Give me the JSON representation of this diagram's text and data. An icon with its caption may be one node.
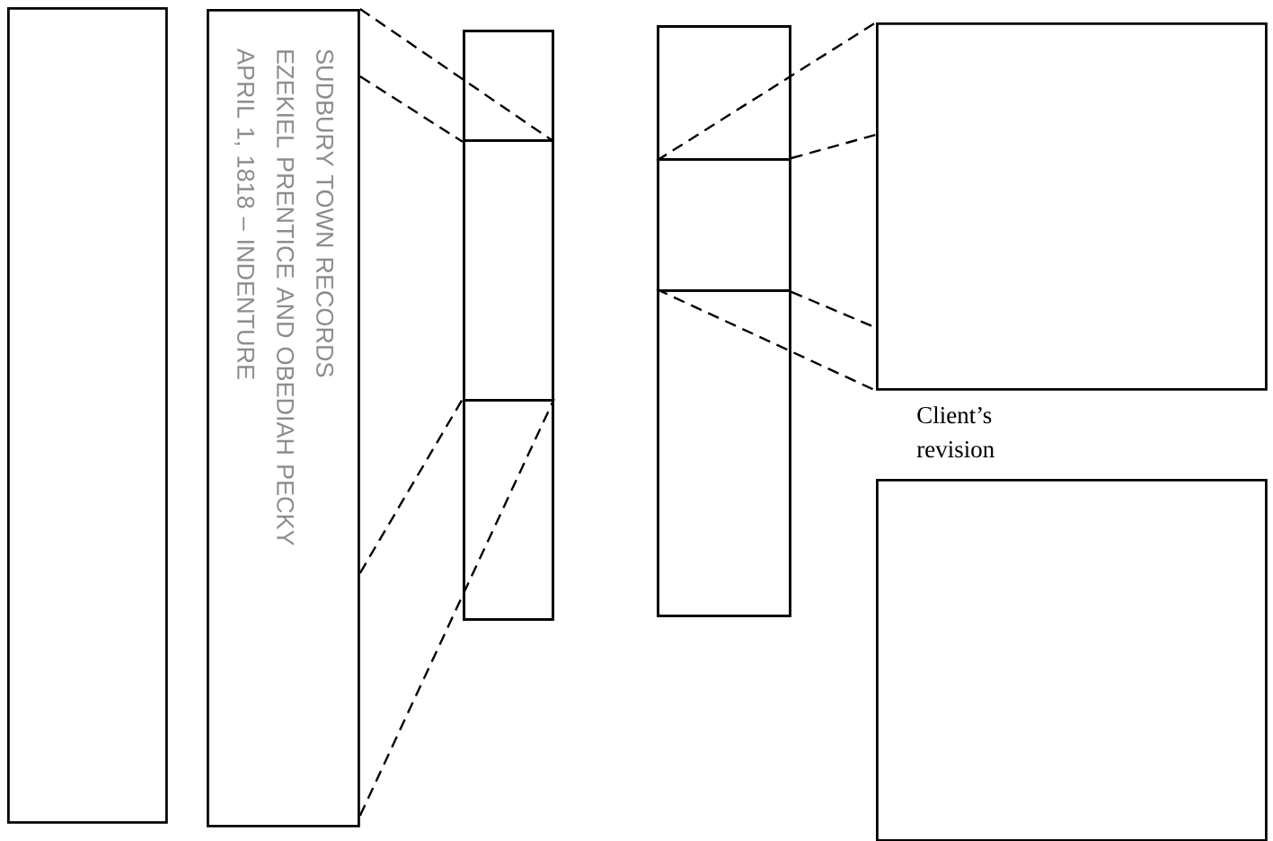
{
  "diagram": {
    "nodes": [
      {
        "text": [],
        "shape": "box"
      },
      {
        "text": [
          "SUDBURY TOWN RECORDS",
          "EZEKIEL PRENTICE AND OBEDIAH PECKY",
          "APRIL 1, 1818 – INDENTURE"
        ]
      },
      {
        "text": [],
        "shape": "box"
      },
      {
        "text": [],
        "shape": "box",
        "in": 2
      },
      {
        "text": [],
        "shape": "box",
        "in": 2
      },
      {
        "text": [],
        "shape": "box",
        "in": 2
      },
      {
        "text": [],
        "shape": "box"
      },
      {
        "text": [],
        "shape": "box",
        "in": 6
      },
      {
        "text": [],
        "shape": "box",
        "in": 6
      },
      {
        "text": [],
        "shape": "box",
        "in": 6
      },
      {
        "text": [],
        "shape": "box"
      },
      {
        "text": [],
        "shape": "box"
      }
    ],
    "edges": [
      {
        "from": 1,
        "to": 3,
        "arrow": "none",
        "style": "dashed"
      },
      {
        "from": 1,
        "to": 3,
        "arrow": "none",
        "style": "dashed"
      },
      {
        "from": 1,
        "to": 5,
        "arrow": "none",
        "style": "dashed"
      },
      {
        "from": 1,
        "to": 5,
        "arrow": "none",
        "style": "dashed"
      },
      {
        "from": 7,
        "to": 10,
        "arrow": "none",
        "style": "dashed"
      },
      {
        "from": 8,
        "to": 10,
        "arrow": "none",
        "style": "dashed"
      },
      {
        "from": 8,
        "to": 10,
        "arrow": "none",
        "style": "dashed"
      },
      {
        "from": 9,
        "to": 10,
        "arrow": "none",
        "style": "dashed"
      }
    ],
    "labels": [
      "Client’s revision"
    ]
  }
}
